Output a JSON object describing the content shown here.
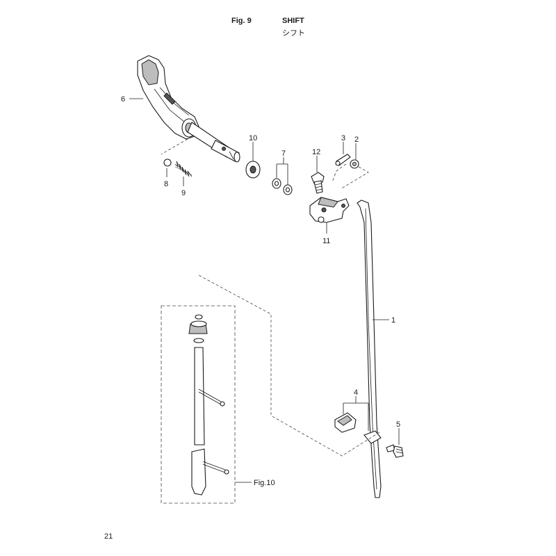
{
  "header": {
    "figure_number": "Fig. 9",
    "title_en": "SHIFT",
    "title_jp": "シフト"
  },
  "callouts": {
    "p1": "1",
    "p2": "2",
    "p3": "3",
    "p4": "4",
    "p5": "5",
    "p6": "6",
    "p7": "7",
    "p8": "8",
    "p9": "9",
    "p10": "10",
    "p11": "11",
    "p12": "12"
  },
  "reference": {
    "label": "Fig.10"
  },
  "footer": {
    "page_number": "21"
  }
}
